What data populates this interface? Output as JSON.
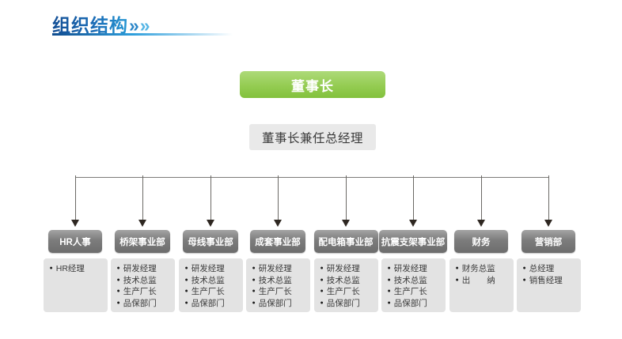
{
  "page": {
    "title": "组织结构",
    "chevrons": [
      "»",
      "»"
    ]
  },
  "org_chart": {
    "type": "org-tree",
    "root": {
      "label": "董事长"
    },
    "secondary": {
      "label": "董事长兼任总经理"
    },
    "departments": [
      {
        "name": "HR人事",
        "members": [
          "HR经理"
        ]
      },
      {
        "name": "桥架事业部",
        "members": [
          "研发经理",
          "技术总监",
          "生产厂长",
          "品保部门"
        ]
      },
      {
        "name": "母线事业部",
        "members": [
          "研发经理",
          "技术总监",
          "生产厂长",
          "品保部门"
        ]
      },
      {
        "name": "成套事业部",
        "members": [
          "研发经理",
          "技术总监",
          "生产厂长",
          "品保部门"
        ]
      },
      {
        "name": "配电箱事业部",
        "members": [
          "研发经理",
          "技术总监",
          "生产厂长",
          "品保部门"
        ]
      },
      {
        "name": "抗震支架事业部",
        "members": [
          "研发经理",
          "技术总监",
          "生产厂长",
          "品保部门"
        ]
      },
      {
        "name": "财务",
        "members": [
          "财务总监",
          "出　　纳"
        ]
      },
      {
        "name": "营销部",
        "members": [
          "总经理",
          "销售经理"
        ]
      }
    ],
    "bullet_glyph": "●",
    "colors": {
      "title_blue_dark": "#124e95",
      "title_blue_light": "#2596d3",
      "root_green_top": "#aeda79",
      "root_green_bottom": "#82c13d",
      "secondary_gray": "#e9e9e9",
      "dept_gray": "#7c7c7c",
      "list_gray": "#e3e3e3",
      "connector": "#6b6965"
    }
  }
}
